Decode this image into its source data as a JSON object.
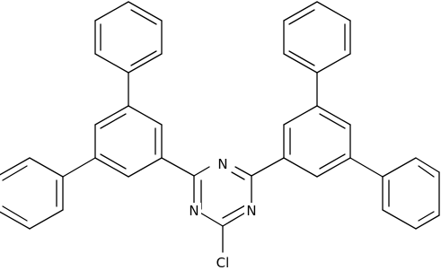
{
  "molecule": {
    "atoms": [
      {
        "id": "N1",
        "element": "N",
        "label": "N"
      },
      {
        "id": "N3",
        "element": "N",
        "label": "N"
      },
      {
        "id": "N5",
        "element": "N",
        "label": "N"
      },
      {
        "id": "Cl",
        "element": "Cl",
        "label": "Cl"
      }
    ]
  }
}
